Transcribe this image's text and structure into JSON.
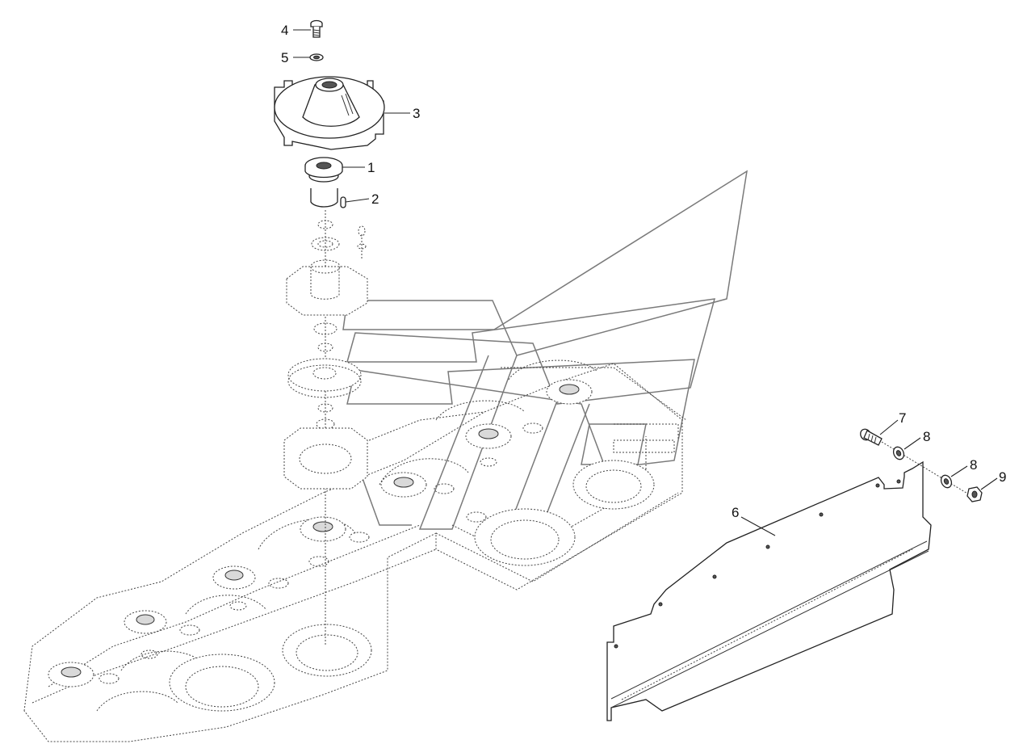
{
  "callouts": [
    {
      "id": "1",
      "label": "1"
    },
    {
      "id": "2",
      "label": "2"
    },
    {
      "id": "3",
      "label": "3"
    },
    {
      "id": "4",
      "label": "4"
    },
    {
      "id": "5",
      "label": "5"
    },
    {
      "id": "6",
      "label": "6"
    },
    {
      "id": "7",
      "label": "7"
    },
    {
      "id": "8a",
      "label": "8"
    },
    {
      "id": "8b",
      "label": "8"
    },
    {
      "id": "9",
      "label": "9"
    }
  ]
}
